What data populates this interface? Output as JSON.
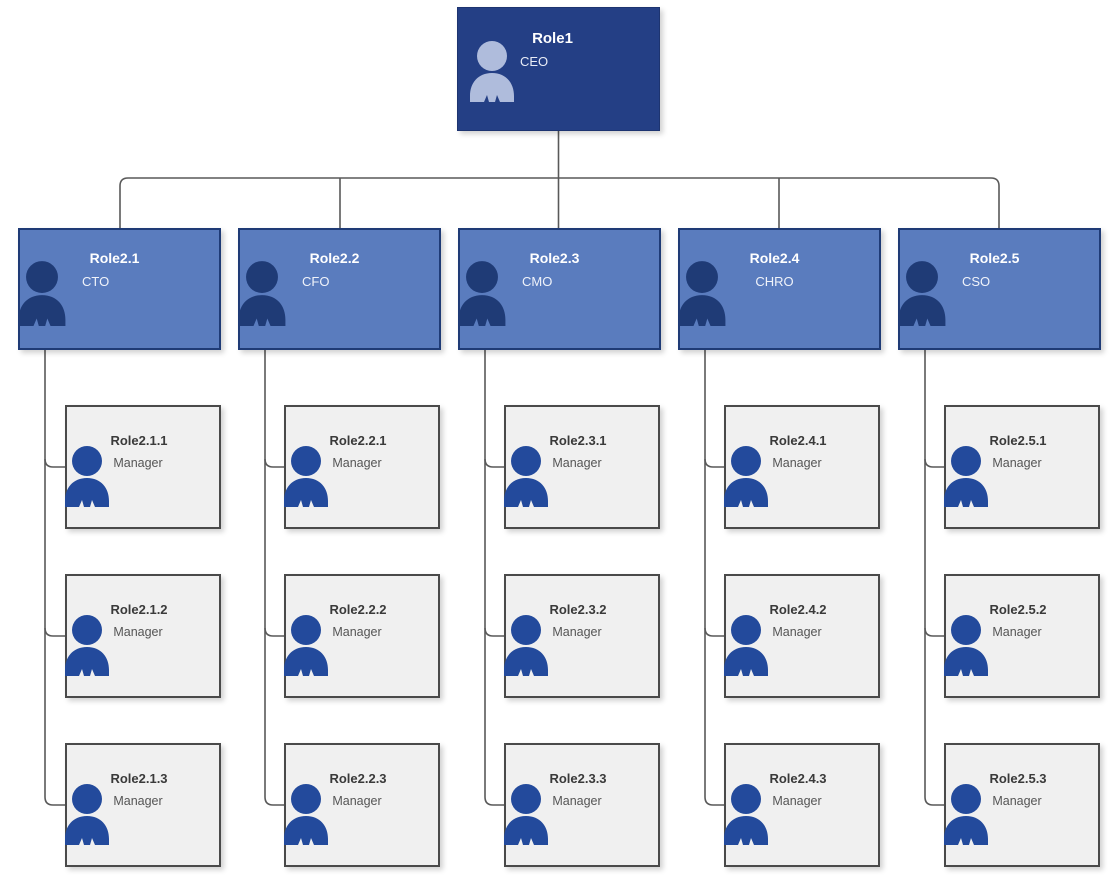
{
  "chart_type": "org-chart",
  "colors": {
    "level1_fill": "#243F85",
    "level1_border": "#1D3470",
    "level1_icon": "#AFBCDC",
    "level2_fill": "#5A7CBE",
    "level2_border": "#1F3B76",
    "level2_icon": "#1F3B76",
    "level3_fill": "#F0F0F0",
    "level3_border": "#4A4A4A",
    "level3_icon": "#234A9C",
    "connector": "#595959",
    "background": "#FFFFFF"
  },
  "nodes": {
    "ceo": {
      "title": "Role1",
      "subtitle": "CEO"
    },
    "level2": [
      {
        "title": "Role2.1",
        "subtitle": "CTO"
      },
      {
        "title": "Role2.2",
        "subtitle": "CFO"
      },
      {
        "title": "Role2.3",
        "subtitle": "CMO"
      },
      {
        "title": "Role2.4",
        "subtitle": "CHRO"
      },
      {
        "title": "Role2.5",
        "subtitle": "CSO"
      }
    ],
    "level3": [
      [
        {
          "title": "Role2.1.1",
          "subtitle": "Manager"
        },
        {
          "title": "Role2.1.2",
          "subtitle": "Manager"
        },
        {
          "title": "Role2.1.3",
          "subtitle": "Manager"
        }
      ],
      [
        {
          "title": "Role2.2.1",
          "subtitle": "Manager"
        },
        {
          "title": "Role2.2.2",
          "subtitle": "Manager"
        },
        {
          "title": "Role2.2.3",
          "subtitle": "Manager"
        }
      ],
      [
        {
          "title": "Role2.3.1",
          "subtitle": "Manager"
        },
        {
          "title": "Role2.3.2",
          "subtitle": "Manager"
        },
        {
          "title": "Role2.3.3",
          "subtitle": "Manager"
        }
      ],
      [
        {
          "title": "Role2.4.1",
          "subtitle": "Manager"
        },
        {
          "title": "Role2.4.2",
          "subtitle": "Manager"
        },
        {
          "title": "Role2.4.3",
          "subtitle": "Manager"
        }
      ],
      [
        {
          "title": "Role2.5.1",
          "subtitle": "Manager"
        },
        {
          "title": "Role2.5.2",
          "subtitle": "Manager"
        },
        {
          "title": "Role2.5.3",
          "subtitle": "Manager"
        }
      ]
    ]
  },
  "icons": {
    "person": "person-icon"
  }
}
